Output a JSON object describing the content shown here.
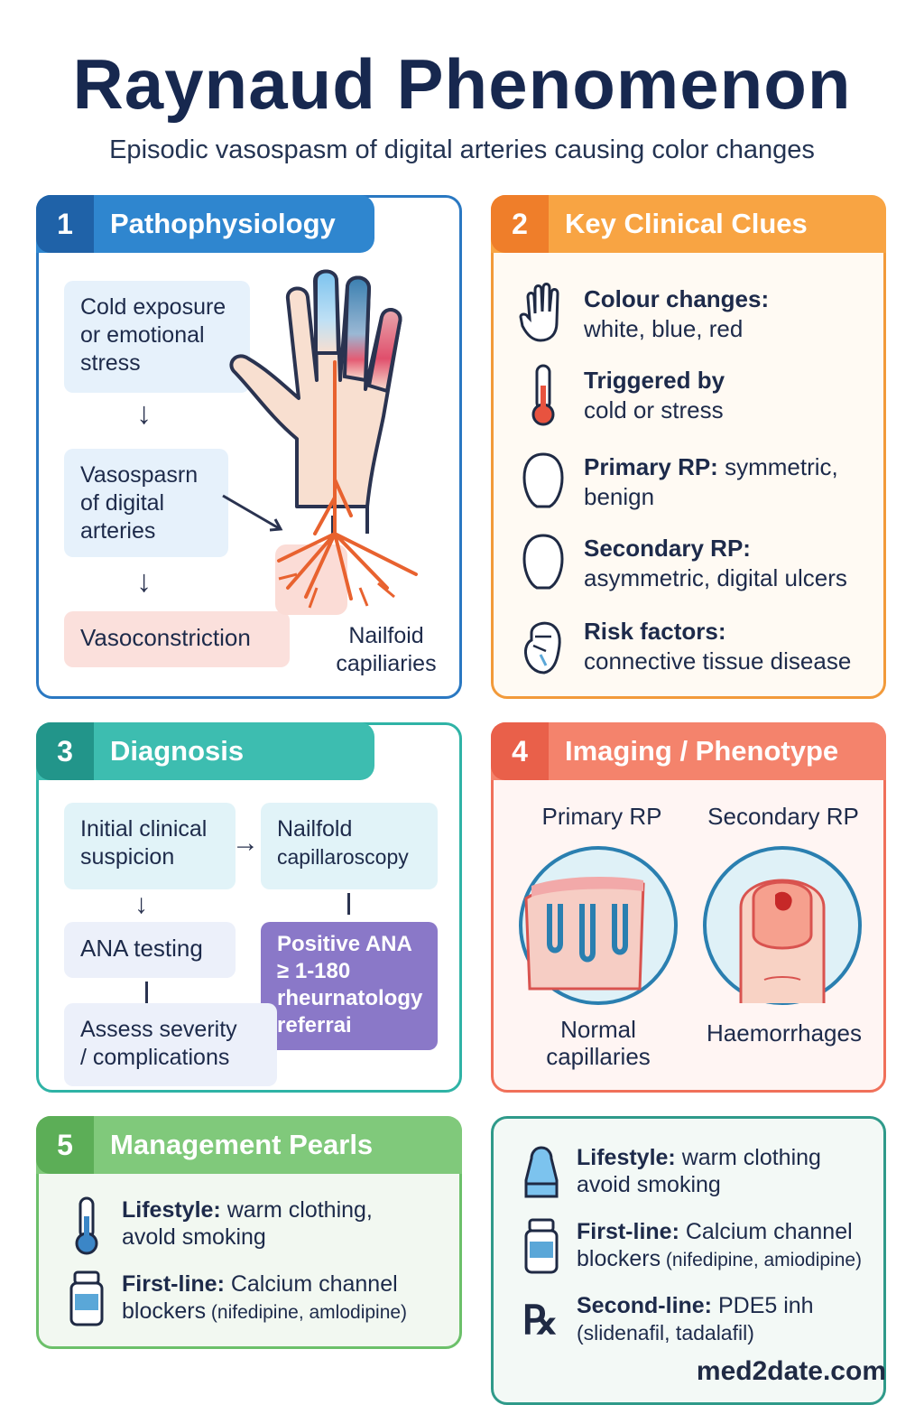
{
  "header": {
    "title": "Raynaud Phenomenon",
    "subtitle": "Episodic vasospasm of digital arteries causing color changes"
  },
  "colors": {
    "blue": "#2a78c2",
    "orange": "#f29a3a",
    "teal": "#2fb3a6",
    "coral": "#f0705a",
    "green": "#6cc06a",
    "navy": "#17284f"
  },
  "panel1": {
    "num": "1",
    "title": "Pathophysiology",
    "box1": [
      "Cold exposure",
      "or emotional",
      "stress"
    ],
    "box2": [
      "Vasospasrn",
      "of digital",
      "arteries"
    ],
    "box3": "Vasoconstriction",
    "nailfold": [
      "Nailfoid",
      "capiliaries"
    ]
  },
  "panel2": {
    "num": "2",
    "title": "Key Clinical Clues",
    "items": [
      {
        "icon": "hand-icon",
        "bold": "Colour changes:",
        "rest": "white, blue, red"
      },
      {
        "icon": "thermometer-icon",
        "bold": "Triggered by",
        "rest": "cold or stress"
      },
      {
        "icon": "head-icon",
        "bold": "Primary RP:",
        "rest1": " symmetric,",
        "rest": "benign"
      },
      {
        "icon": "head-icon",
        "bold": "Secondary RP:",
        "rest": "asymmetric, digital ulcers"
      },
      {
        "icon": "fist-icon",
        "bold": "Risk factors:",
        "rest": "connective tissue disease"
      }
    ]
  },
  "panel3": {
    "num": "3",
    "title": "Diagnosis",
    "box1": [
      "Initial clinical",
      "suspicion"
    ],
    "box2": [
      "Nailfold",
      "capillaroscopy"
    ],
    "box3": "ANA testing",
    "box4": [
      "Positive ANA",
      "≥ 1-180",
      "rheurnatology",
      "referrai"
    ],
    "box5": [
      "Assess severity",
      "/ complications"
    ]
  },
  "panel4": {
    "num": "4",
    "title": "Imaging / Phenotype",
    "left_head": "Primary RP",
    "right_head": "Secondary RP",
    "left_caption": [
      "Normal",
      "capillaries"
    ],
    "right_caption": "Haemorrhages"
  },
  "panel5": {
    "num": "5",
    "title": "Management Pearls",
    "row1": {
      "bold": "Lifestyle:",
      "rest": " warm clothing,",
      "line2": "avold smoking"
    },
    "row2": {
      "bold": "First-line:",
      "rest": " Calcium channel",
      "line2": "blockers",
      "small": " (nifedipine, amlodipine)"
    }
  },
  "panel6": {
    "row1": {
      "bold": "Lifestyle:",
      "rest": " warm clothing",
      "line2": "avoid smoking"
    },
    "row2": {
      "bold": "First-line:",
      "rest": " Calcium channel",
      "line2": "blockers",
      "small": " (nifedipine, amiodipine)"
    },
    "row3": {
      "bold": "Second-line:",
      "rest": " PDE5 inh",
      "line2": "(slidenafil, tadalafil)"
    }
  },
  "footer": "med2date.com"
}
